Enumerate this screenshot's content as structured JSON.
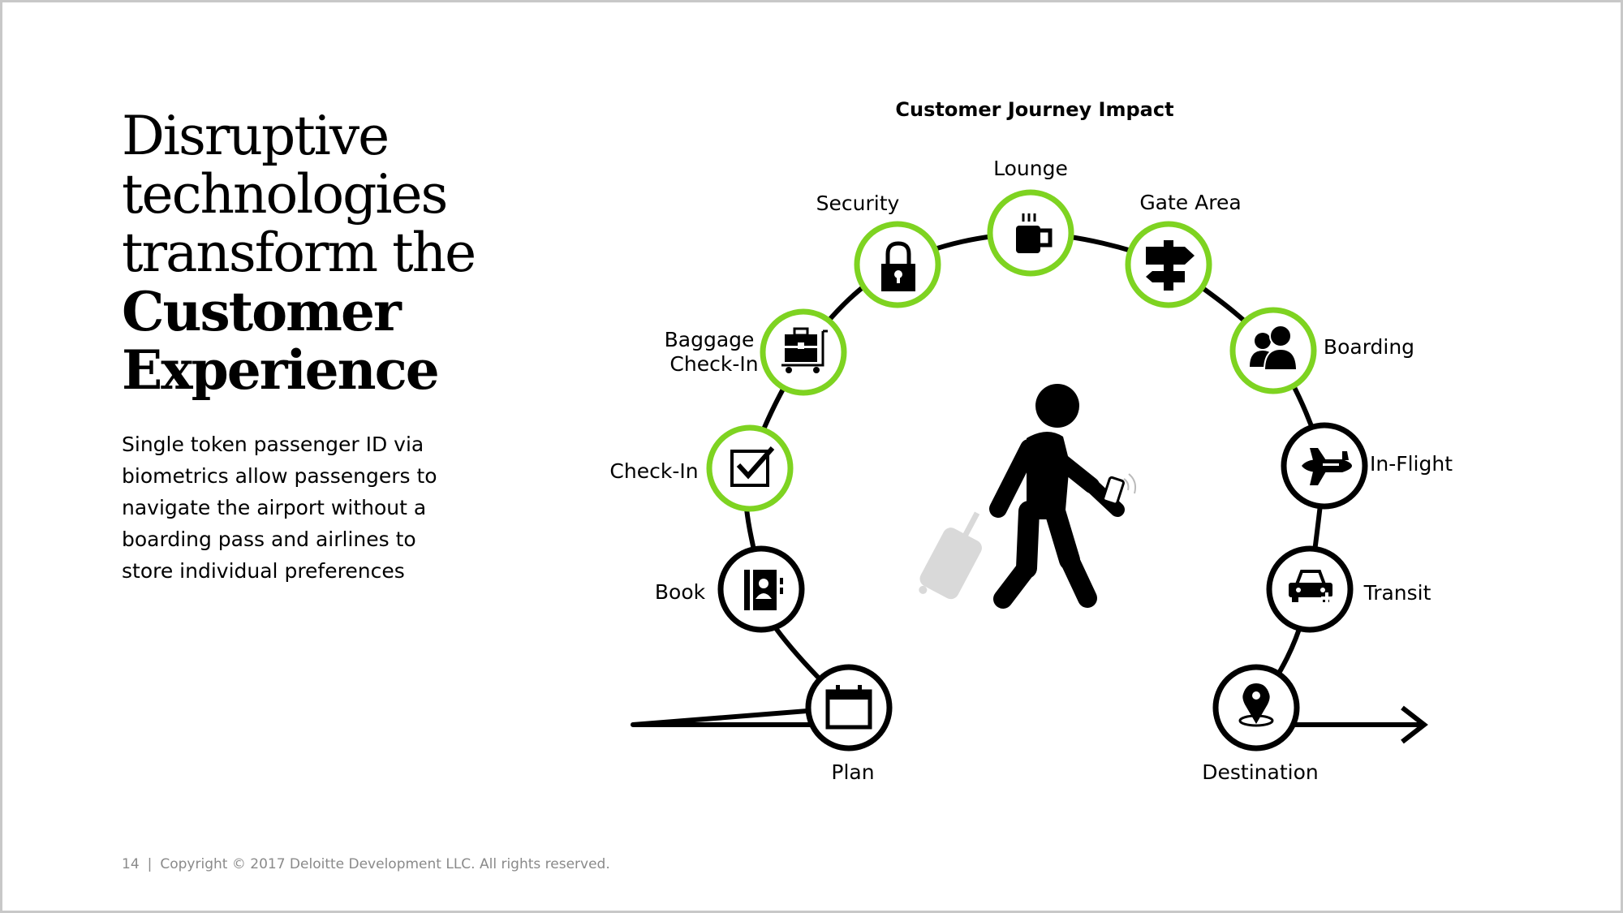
{
  "headline": {
    "line1": "Disruptive",
    "line2": "technologies",
    "line3": "transform the",
    "line4": "Customer",
    "line5": "Experience"
  },
  "body_text": "Single token passenger ID via biometrics allow passengers to navigate the airport without a boarding pass and airlines to store individual preferences",
  "footer": {
    "page_number": "14",
    "separator": "|",
    "copyright": "Copyright © 2017 Deloitte Development LLC. All rights reserved."
  },
  "diagram": {
    "title": "Customer Journey Impact",
    "colors": {
      "highlight": "#7ed321",
      "default": "#000000",
      "luggage": "#d9d9d9"
    },
    "stages": [
      {
        "label": "Plan",
        "icon": "calendar-icon",
        "highlighted": false
      },
      {
        "label": "Book",
        "icon": "address-book-icon",
        "highlighted": false
      },
      {
        "label": "Check-In",
        "icon": "checkbox-icon",
        "highlighted": true
      },
      {
        "label": "Baggage Check-In",
        "icon": "luggage-cart-icon",
        "highlighted": true
      },
      {
        "label": "Security",
        "icon": "padlock-icon",
        "highlighted": true
      },
      {
        "label": "Lounge",
        "icon": "coffee-cup-icon",
        "highlighted": true
      },
      {
        "label": "Gate Area",
        "icon": "signpost-icon",
        "highlighted": true
      },
      {
        "label": "Boarding",
        "icon": "people-icon",
        "highlighted": true
      },
      {
        "label": "In-Flight",
        "icon": "airplane-icon",
        "highlighted": false
      },
      {
        "label": "Transit",
        "icon": "car-icon",
        "highlighted": false
      },
      {
        "label": "Destination",
        "icon": "location-pin-icon",
        "highlighted": false
      }
    ],
    "center_figure": "walking-traveler-icon"
  }
}
